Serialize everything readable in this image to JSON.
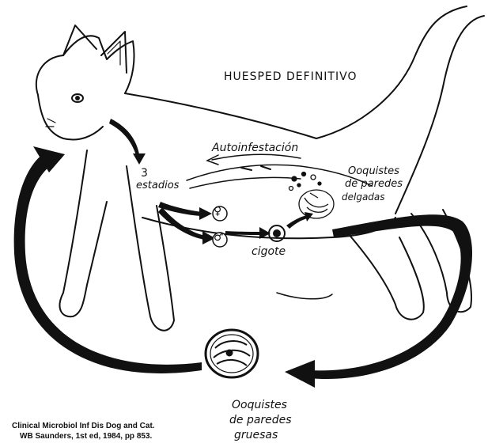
{
  "labels": {
    "host": "HUESPED  DEFINITIVO",
    "autoinfestation": "Autoinfestación",
    "stages_num": "3",
    "stages": "estadios",
    "female": "♀",
    "male": "♂",
    "zygote": "cigote",
    "thin_oocysts_1": "Ooquistes",
    "thin_oocysts_2": "de paredes",
    "thin_oocysts_3": "delgadas",
    "thick_oocysts_1": "Ooquistes",
    "thick_oocysts_2": "de paredes",
    "thick_oocysts_3": "gruesas"
  },
  "caption": {
    "line1": "Clinical Microbiol Inf Dis Dog and Cat.",
    "line2": "WB Saunders, 1st ed, 1984, pp 853."
  },
  "colors": {
    "ink": "#111111",
    "background": "#ffffff"
  }
}
